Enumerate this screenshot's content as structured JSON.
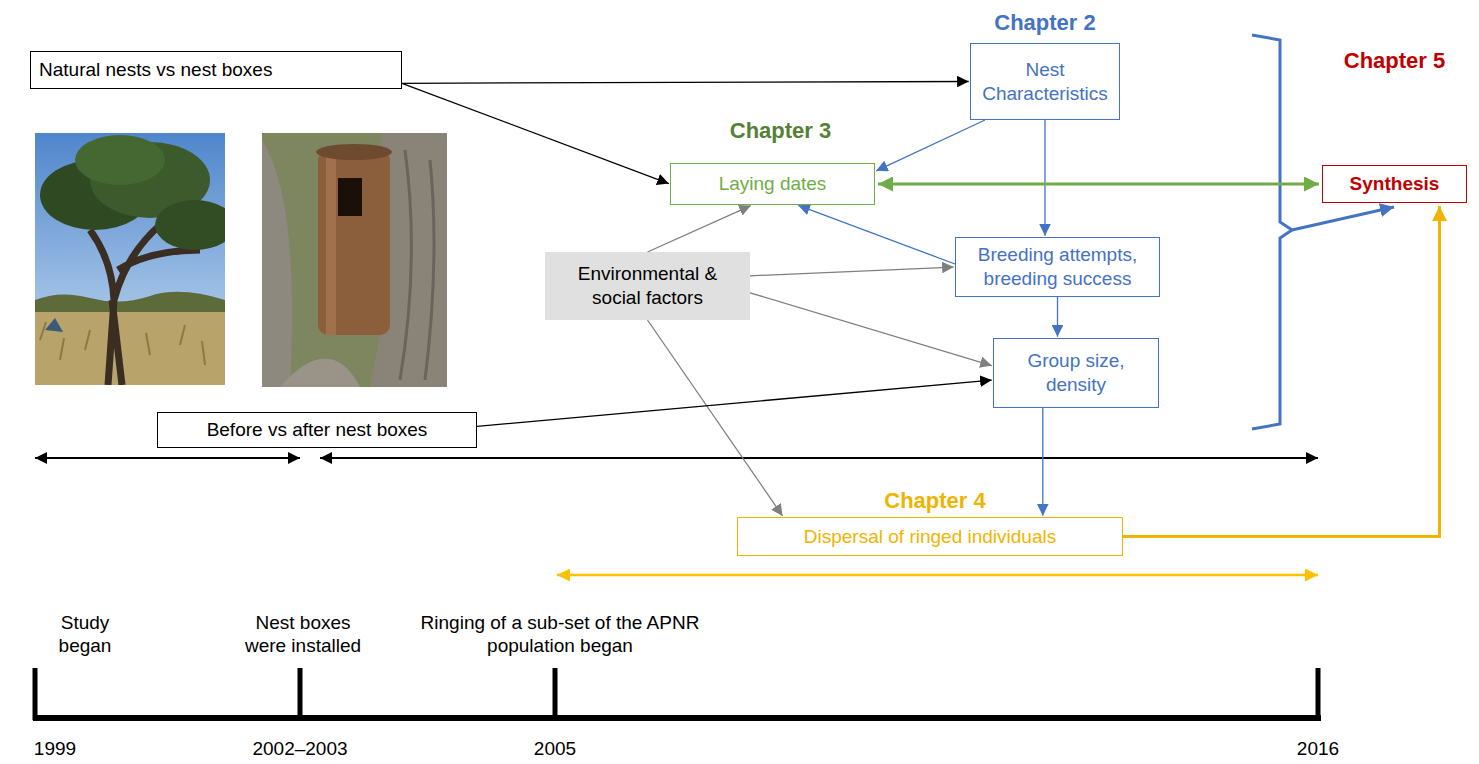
{
  "diagram": {
    "nodes": [
      {
        "text": [
          "Natural nests vs nest boxes"
        ]
      },
      {
        "text": [
          "Nest Characteristics"
        ]
      },
      {
        "text": [
          "Chapter 3",
          "Laying dates"
        ]
      },
      {
        "text": [
          "Chapter 5",
          "Synthesis"
        ]
      },
      {
        "text": [
          "Environmental & social factors"
        ]
      },
      {
        "text": [
          "Breeding attempts, breeding success"
        ]
      },
      {
        "text": [
          "Group size, density"
        ]
      },
      {
        "text": [
          "Before vs after nest boxes"
        ]
      },
      {
        "text": [
          "Chapter 4",
          "Dispersal of ringed individuals"
        ]
      }
    ],
    "edges": [
      {
        "from": 0,
        "to": 1,
        "arrow": "to"
      },
      {
        "from": 0,
        "to": 2,
        "arrow": "to"
      },
      {
        "from": 1,
        "to": 2,
        "arrow": "to"
      },
      {
        "from": 1,
        "to": 5,
        "arrow": "to"
      },
      {
        "from": 5,
        "to": 2,
        "arrow": "to"
      },
      {
        "from": 2,
        "to": 3,
        "arrow": "both"
      },
      {
        "from": 4,
        "to": 2,
        "arrow": "to"
      },
      {
        "from": 4,
        "to": 5,
        "arrow": "to"
      },
      {
        "from": 4,
        "to": 6,
        "arrow": "to"
      },
      {
        "from": 4,
        "to": 8,
        "arrow": "to"
      },
      {
        "from": 5,
        "to": 6,
        "arrow": "to"
      },
      {
        "from": 7,
        "to": 6,
        "arrow": "to"
      },
      {
        "from": 6,
        "to": 8,
        "arrow": "to"
      },
      {
        "from": 8,
        "to": 3,
        "arrow": "to"
      }
    ],
    "labels": [
      "Chapter 2",
      "Study began",
      "Nest boxes were installed",
      "Ringing of a sub-set of the APNR population began",
      "1999",
      "2002–2003",
      "2005",
      "2016"
    ]
  }
}
